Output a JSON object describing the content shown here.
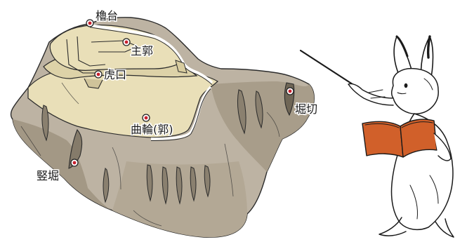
{
  "labels": {
    "yagura": "櫓台",
    "shukuruwa": "主郭",
    "koguchi": "虎口",
    "kuruwa": "曲輪(郭)",
    "horikiri": "堀切",
    "tatebori": "竪堀"
  },
  "colors": {
    "rock": "#bdb3a3",
    "rock_shadow": "#9f9483",
    "rock_dark": "#7c7262",
    "terrace": "#e9dfb8",
    "outline": "#2b2b2b",
    "marker": "#c8202d",
    "book": "#d1602a",
    "wall": "#ffffff"
  },
  "icons": {
    "rabbit": "rabbit-teacher-icon",
    "book": "open-book-icon",
    "pointer": "pointer-stick-icon",
    "marker": "location-marker-icon"
  }
}
